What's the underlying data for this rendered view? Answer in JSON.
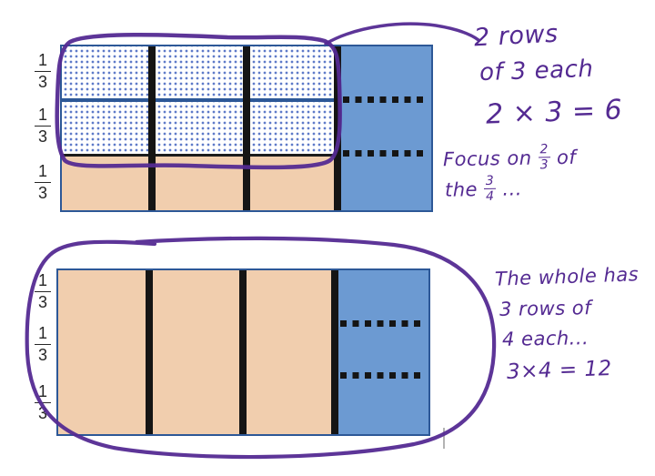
{
  "colors": {
    "tan": "#f1ceae",
    "blue": "#6c9ad2",
    "navy": "#2d5897",
    "divider": "#151515",
    "dot": "#5f7bc9",
    "purple": "#542a92",
    "label": "#262626",
    "cursor": "#b3b3b3"
  },
  "top_model": {
    "row_labels": [
      {
        "numerator": "1",
        "denominator": "3"
      },
      {
        "numerator": "1",
        "denominator": "3"
      },
      {
        "numerator": "1",
        "denominator": "3"
      }
    ]
  },
  "bottom_model": {
    "row_labels": [
      {
        "numerator": "1",
        "denominator": "3"
      },
      {
        "numerator": "1",
        "denominator": "3"
      },
      {
        "numerator": "1",
        "denominator": "3"
      }
    ]
  },
  "annotations": {
    "top": {
      "line1": "2 rows",
      "line2": "of 3 each",
      "equation": "2 × 3 = 6",
      "focus": {
        "prefix": "Focus on",
        "frac1": {
          "numerator": "2",
          "denominator": "3"
        },
        "mid": "of",
        "line2_prefix": "the",
        "frac2": {
          "numerator": "3",
          "denominator": "4"
        },
        "suffix": "..."
      }
    },
    "bottom": {
      "line1": "The whole has",
      "line2": "3 rows of",
      "line3": "4 each...",
      "equation": "3×4 = 12"
    }
  }
}
